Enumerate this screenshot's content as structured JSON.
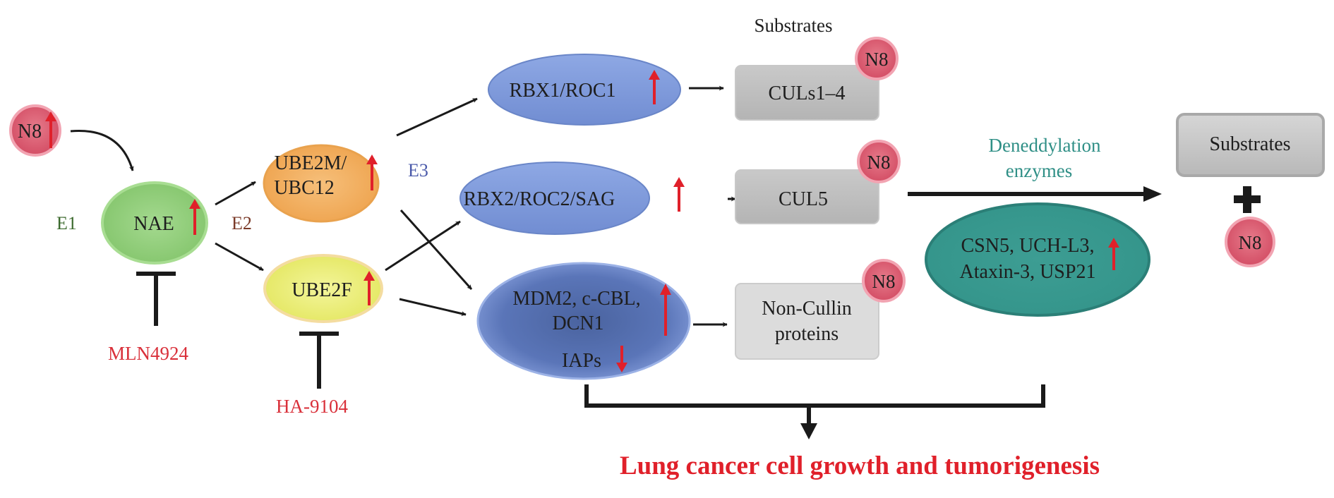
{
  "labels": {
    "n8": "N8",
    "e1": "E1",
    "e2": "E2",
    "e3": "E3",
    "substrates_header": "Substrates",
    "substrates_box": "Substrates",
    "deneddylation_line1": "Deneddylation",
    "deneddylation_line2": "enzymes",
    "mln4924": "MLN4924",
    "ha9104": "HA-9104",
    "outcome": "Lung cancer cell growth and tumorigenesis"
  },
  "nodes": {
    "nae": "NAE",
    "ube2m_line1": "UBE2M/",
    "ube2m_line2": "UBC12",
    "ube2f": "UBE2F",
    "rbx1": "RBX1/ROC1",
    "rbx2": "RBX2/ROC2/SAG",
    "mdm2_line1": "MDM2, c-CBL,",
    "mdm2_line2": "DCN1",
    "iaps": "IAPs",
    "culs1_4": "CULs1–4",
    "cul5": "CUL5",
    "noncullin_line1": "Non-Cullin",
    "noncullin_line2": "proteins",
    "csn5_line1": "CSN5, UCH-L3,",
    "csn5_line2": "Ataxin-3, USP21"
  },
  "colors": {
    "regulation_arrow": "#e0202a",
    "inhibitor_text": "#d9303a",
    "outcome_text": "#e0202a",
    "e1_text": "#3c6a2e",
    "e2_text": "#7a3a28",
    "e3_text": "#4a5aaa",
    "deneddylation_text": "#2f8f86",
    "n8_fill": "#e05d72",
    "nae_fill": "#8fd07a",
    "ube2m_fill": "#f3b061",
    "ube2f_fill": "#eef17a",
    "rbx_fill": "#7f9bdc",
    "mdm2_fill": "#5570b0",
    "substrate_box_fill": "#bdbdbd",
    "csn5_fill": "#3fa399"
  },
  "regulation": {
    "n8": "up",
    "nae": "up",
    "ube2m": "up",
    "ube2f": "up",
    "rbx1": "up",
    "rbx2": "up",
    "mdm2": "up",
    "iaps": "down",
    "csn5": "up"
  }
}
